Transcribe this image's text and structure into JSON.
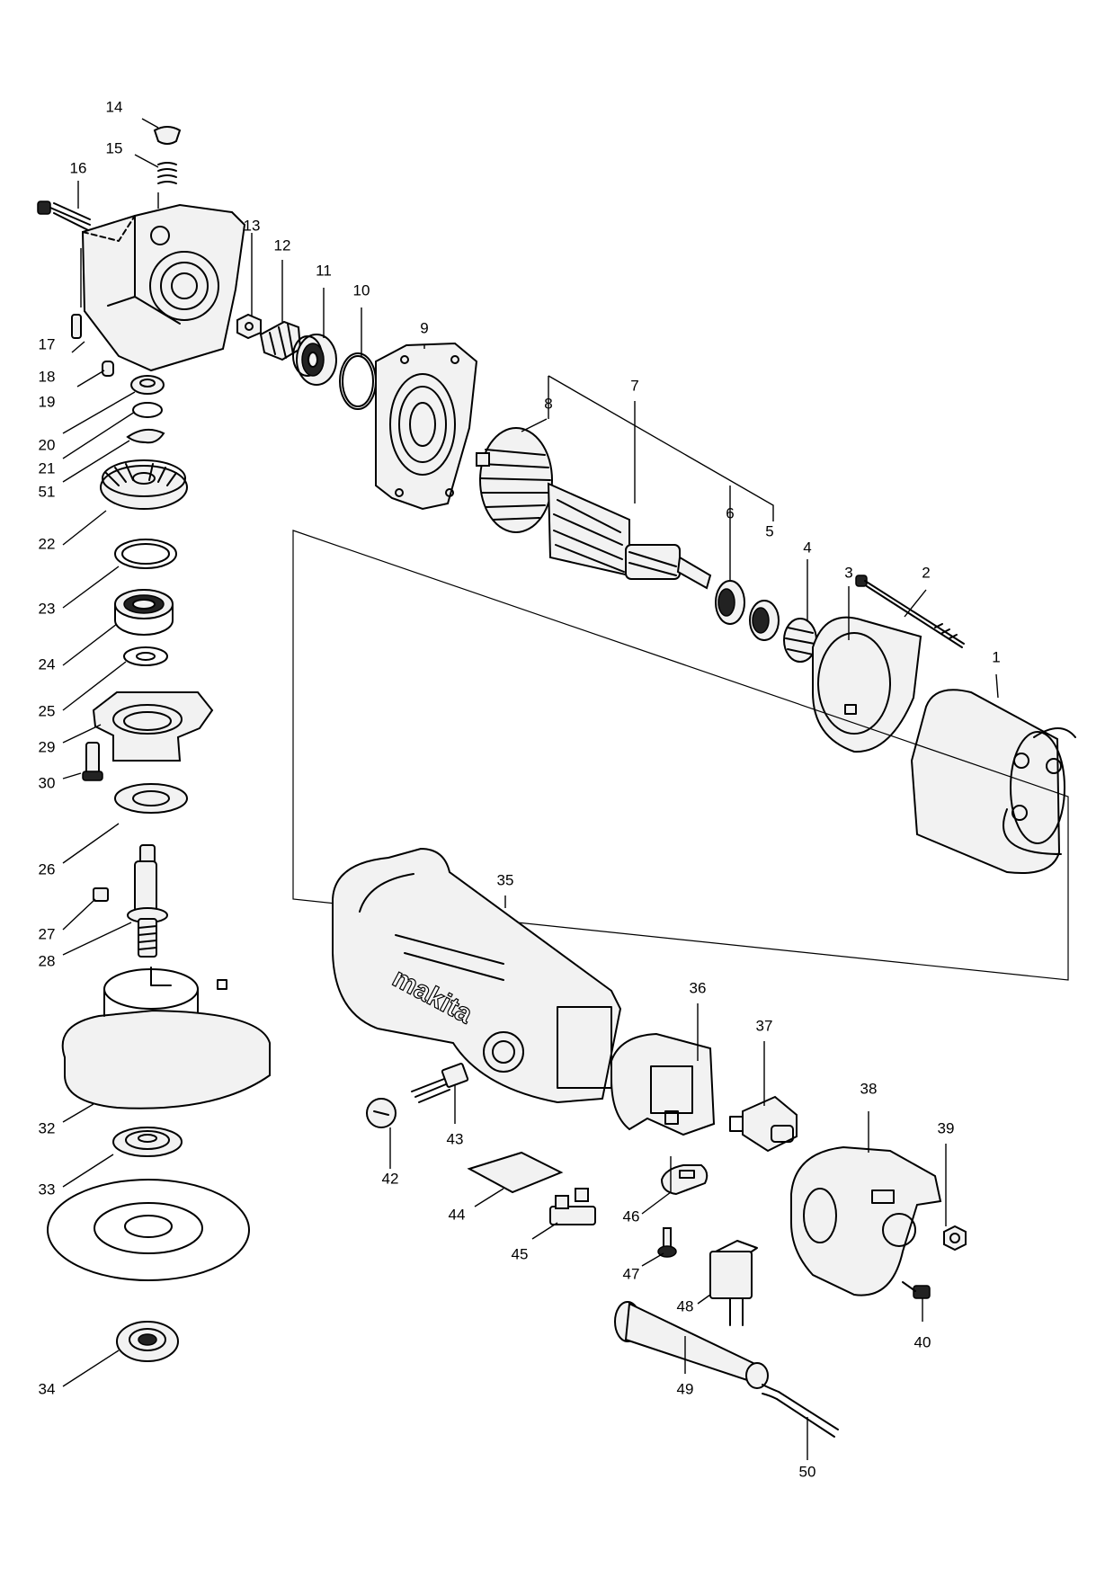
{
  "diagram": {
    "brand_logo": "makita",
    "callouts": [
      "1",
      "2",
      "3",
      "4",
      "5",
      "6",
      "7",
      "8",
      "9",
      "10",
      "11",
      "12",
      "13",
      "14",
      "15",
      "16",
      "17",
      "18",
      "19",
      "20",
      "21",
      "22",
      "23",
      "24",
      "25",
      "26",
      "27",
      "28",
      "29",
      "30",
      "32",
      "33",
      "34",
      "35",
      "36",
      "37",
      "38",
      "39",
      "40",
      "42",
      "43",
      "44",
      "45",
      "46",
      "47",
      "48",
      "49",
      "50",
      "51"
    ]
  }
}
